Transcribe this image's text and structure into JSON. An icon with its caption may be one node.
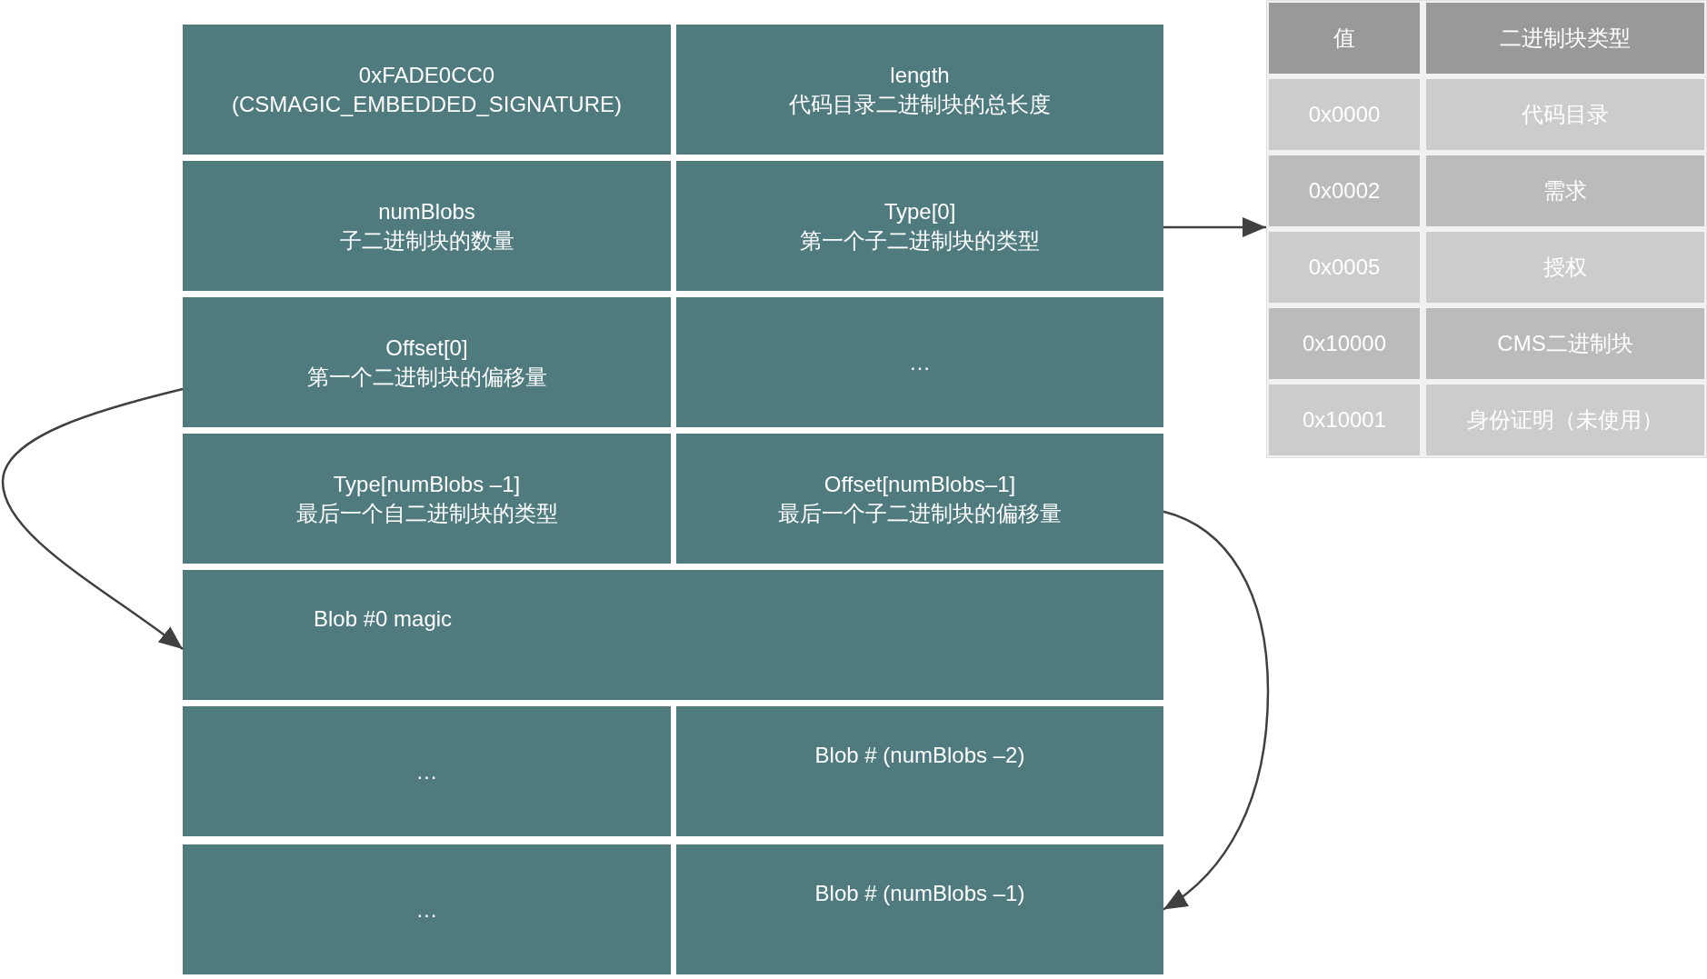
{
  "diagram": {
    "nodes": [
      {
        "text": [
          "0xFADE0CC0",
          "(CSMAGIC_EMBEDDED_SIGNATURE)"
        ]
      },
      {
        "text": [
          "length",
          "代码目录二进制块的总长度"
        ]
      },
      {
        "text": [
          "numBlobs",
          "子二进制块的数量"
        ]
      },
      {
        "text": [
          "Type[0]",
          "第一个子二进制块的类型"
        ]
      },
      {
        "text": [
          "Offset[0]",
          "第一个二进制块的偏移量"
        ]
      },
      {
        "text": [
          "…"
        ]
      },
      {
        "text": [
          "Type[numBlobs –1]",
          "最后一个自二进制块的类型"
        ]
      },
      {
        "text": [
          "Offset[numBlobs–1]",
          "最后一个子二进制块的偏移量"
        ]
      },
      {
        "text": [
          "Blob #0 magic"
        ]
      },
      {
        "text": [
          "…"
        ]
      },
      {
        "text": [
          "Blob # (numBlobs –2)"
        ]
      },
      {
        "text": [
          "…"
        ]
      },
      {
        "text": [
          "Blob # (numBlobs –1)"
        ]
      },
      {
        "text": [],
        "shape": "box"
      },
      {
        "text": [
          "值"
        ],
        "in": 13
      },
      {
        "text": [
          "二进制块类型"
        ],
        "in": 13
      },
      {
        "text": [
          "0x0000"
        ],
        "in": 13
      },
      {
        "text": [
          "代码目录"
        ],
        "in": 13
      },
      {
        "text": [
          "0x0002"
        ],
        "in": 13
      },
      {
        "text": [
          "需求"
        ],
        "in": 13
      },
      {
        "text": [
          "0x0005"
        ],
        "in": 13
      },
      {
        "text": [
          "授权"
        ],
        "in": 13
      },
      {
        "text": [
          "0x10000"
        ],
        "in": 13
      },
      {
        "text": [
          "CMS二进制块"
        ],
        "in": 13
      },
      {
        "text": [
          "0x10001"
        ],
        "in": 13
      },
      {
        "text": [
          "身份证明（未使用）"
        ],
        "in": 13
      }
    ],
    "edges": [
      {
        "from": 4,
        "to": 8,
        "arrow": "to"
      },
      {
        "from": 7,
        "to": 12,
        "arrow": "to"
      },
      {
        "from": 3,
        "to": 13,
        "arrow": "to"
      }
    ]
  }
}
